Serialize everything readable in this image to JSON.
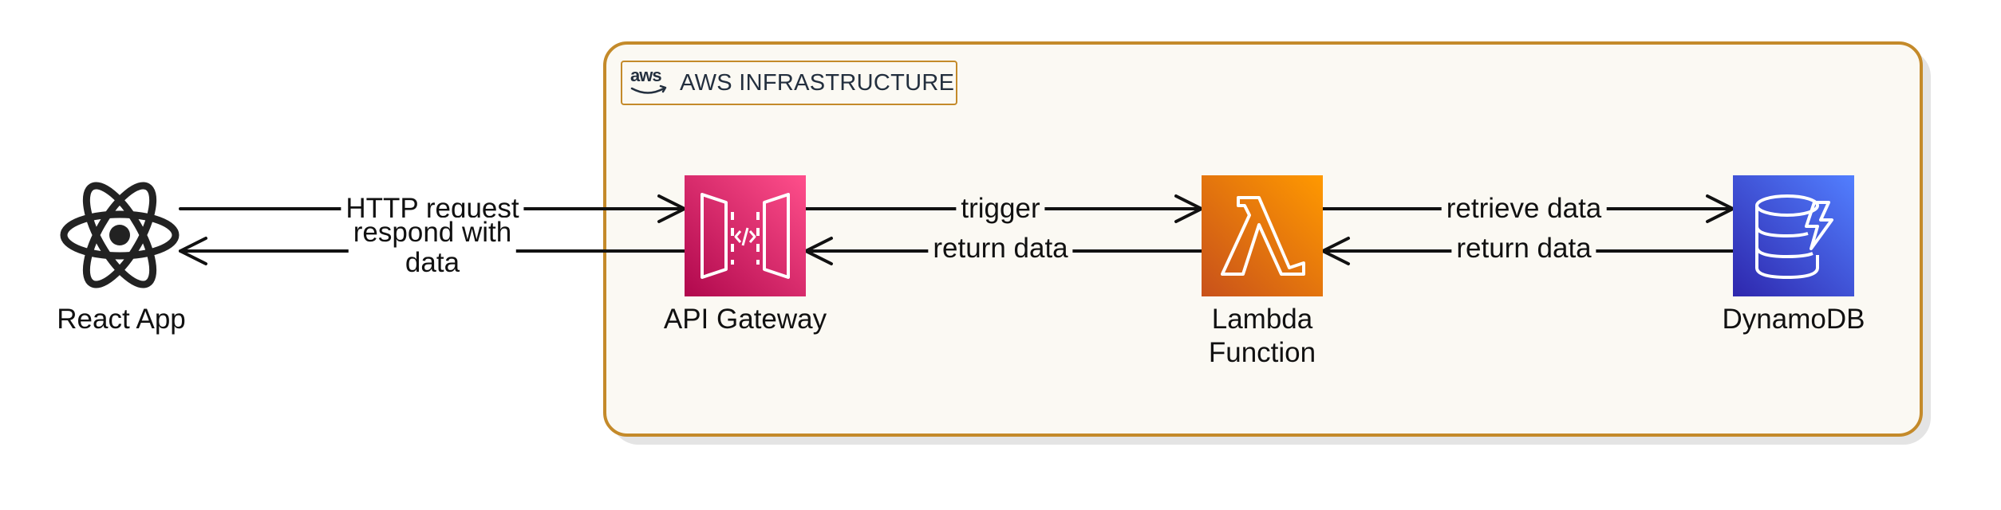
{
  "group": {
    "title": "AWS INFRASTRUCTURE",
    "logo_text": "aws",
    "border_color": "#c48a2a",
    "fill_color": "#fbf9f3"
  },
  "nodes": {
    "react": {
      "label": "React App",
      "icon": "react-icon"
    },
    "api_gateway": {
      "label": "API Gateway",
      "icon": "api-gateway-icon",
      "color": "#e7157b"
    },
    "lambda": {
      "label_line1": "Lambda",
      "label_line2": "Function",
      "icon": "lambda-icon",
      "color": "#ed7100"
    },
    "dynamodb": {
      "label": "DynamoDB",
      "icon": "dynamodb-icon",
      "color": "#3b48cc"
    }
  },
  "edges": {
    "http_request": "HTTP request",
    "respond_line1": "respond with",
    "respond_line2": "data",
    "trigger": "trigger",
    "return_data_1": "return data",
    "retrieve_data": "retrieve data",
    "return_data_2": "return data"
  }
}
